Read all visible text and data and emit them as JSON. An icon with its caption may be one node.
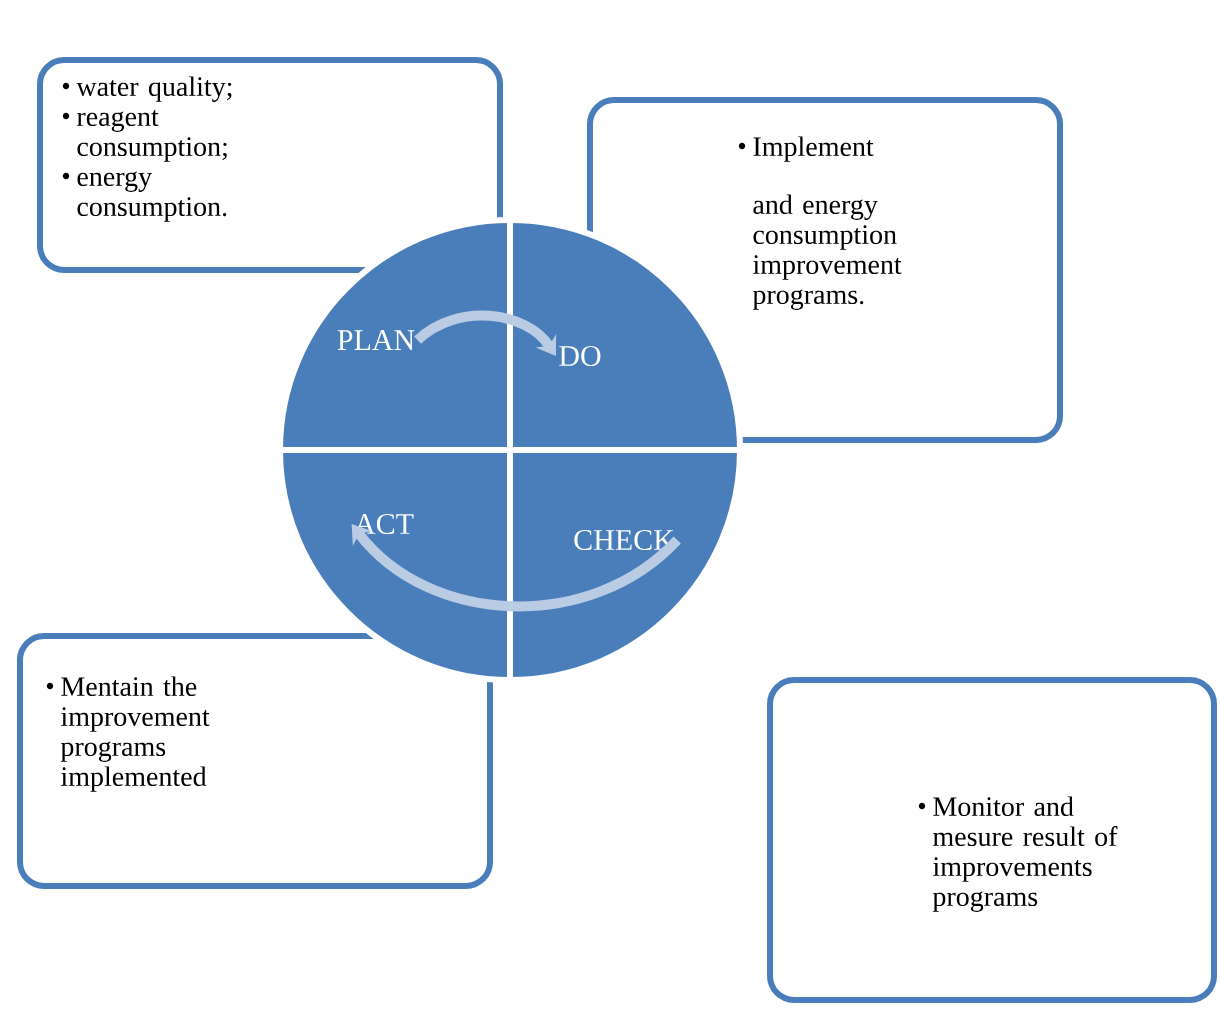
{
  "diagram": {
    "nodes": [
      {
        "text": [
          "water quality;",
          "reagent consumption;",
          "energy consumption."
        ]
      },
      {
        "text": [
          "Implement",
          "and energy consumption improvement programs."
        ]
      },
      {
        "text": [
          "Mentain the improvement programs implemented"
        ]
      },
      {
        "text": [
          "Monitor and mesure result of improvements programs"
        ]
      },
      {
        "text": [
          "PLAN"
        ]
      },
      {
        "text": [
          "DO"
        ]
      },
      {
        "text": [
          "ACT"
        ]
      },
      {
        "text": [
          "CHECK"
        ]
      }
    ],
    "edges": [
      {
        "from": 4,
        "to": 5,
        "arrow": "to"
      },
      {
        "from": 7,
        "to": 6,
        "arrow": "to"
      }
    ]
  }
}
